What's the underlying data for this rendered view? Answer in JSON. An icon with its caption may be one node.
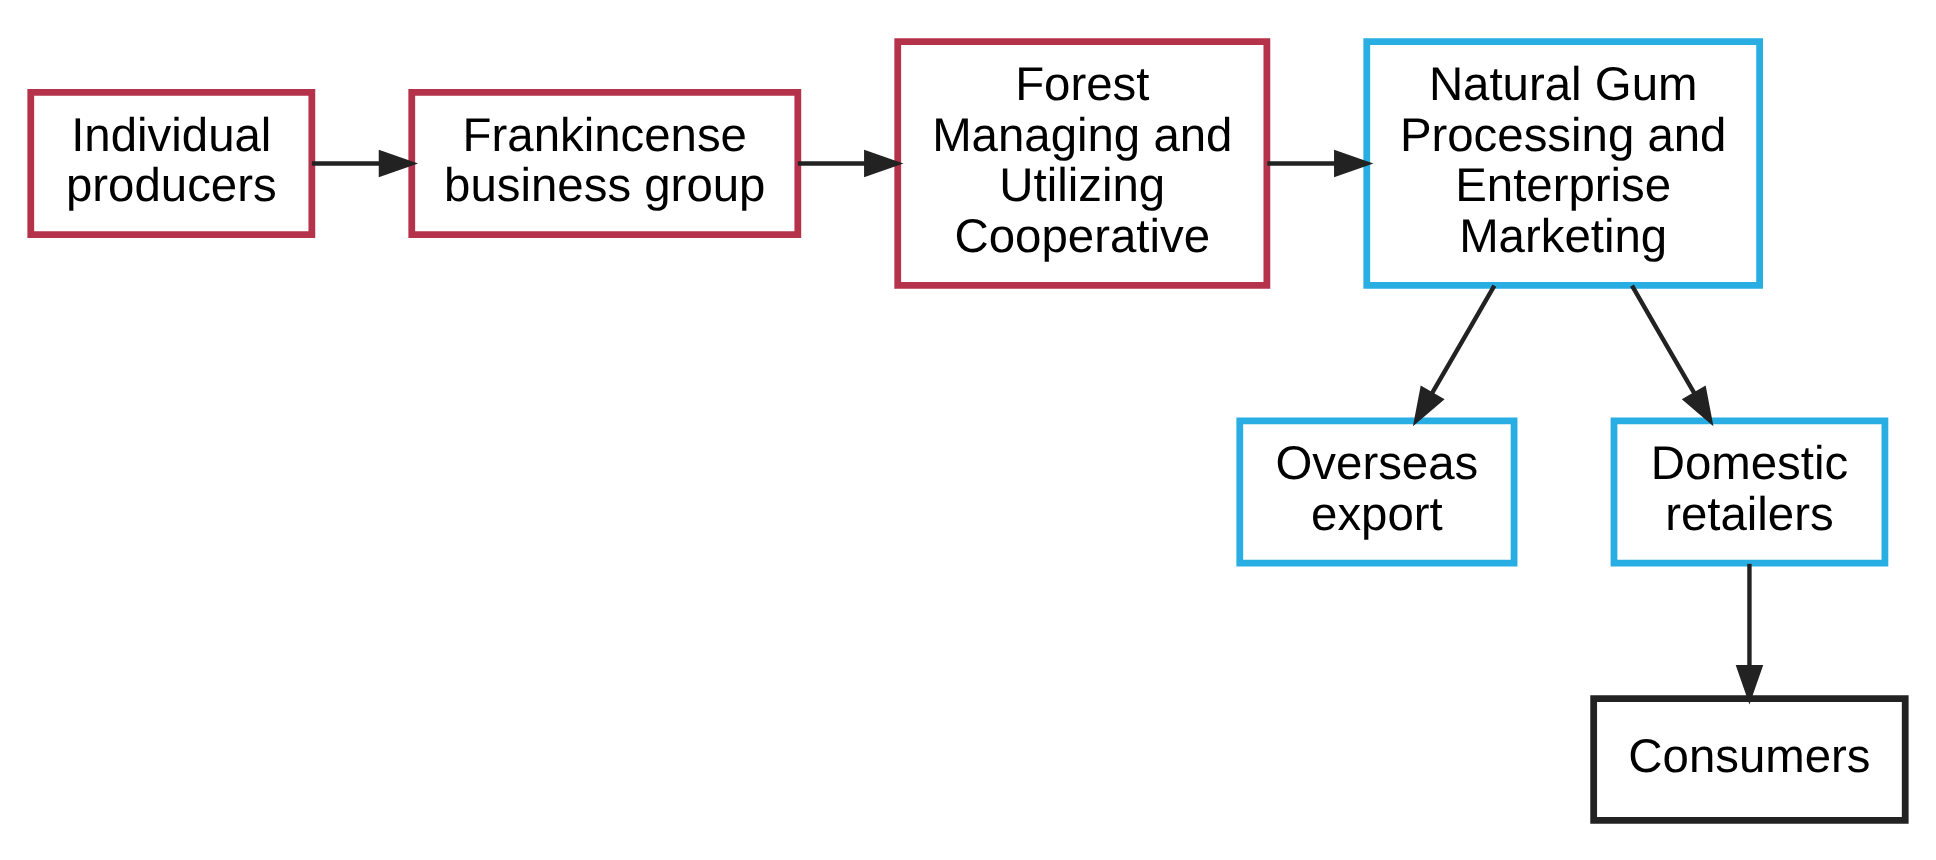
{
  "diagram": {
    "nodes": [
      {
        "text": [
          "Individual producers"
        ]
      },
      {
        "text": [
          "Frankincense business group"
        ]
      },
      {
        "text": [
          "Forest Managing and Utilizing Cooperative"
        ]
      },
      {
        "text": [
          "Natural Gum Processing and Enterprise Marketing"
        ]
      },
      {
        "text": [
          "Overseas export"
        ]
      },
      {
        "text": [
          "Domestic retailers"
        ]
      },
      {
        "text": [
          "Consumers"
        ]
      }
    ],
    "edges": [
      {
        "from": 0,
        "to": 1,
        "arrow": "to"
      },
      {
        "from": 1,
        "to": 2,
        "arrow": "to"
      },
      {
        "from": 2,
        "to": 3,
        "arrow": "to"
      },
      {
        "from": 3,
        "to": 4,
        "arrow": "to"
      },
      {
        "from": 3,
        "to": 5,
        "arrow": "to"
      },
      {
        "from": 5,
        "to": 6,
        "arrow": "to"
      }
    ]
  }
}
